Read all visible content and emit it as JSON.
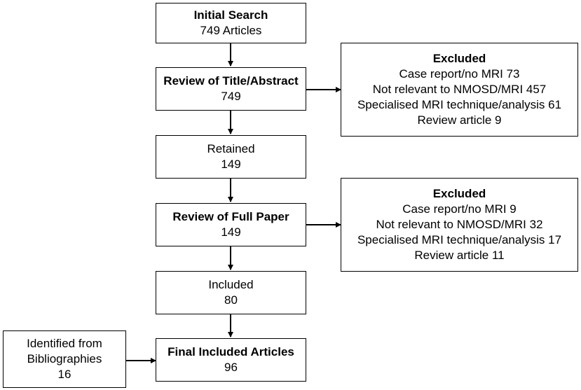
{
  "boxes": {
    "initial_search": {
      "title": "Initial Search",
      "line": "749 Articles"
    },
    "review_title_abstract": {
      "title": "Review of Title/Abstract",
      "line": "749"
    },
    "excluded_1": {
      "title": "Excluded",
      "lines": [
        "Case report/no MRI 73",
        "Not relevant to NMOSD/MRI 457",
        "Specialised MRI technique/analysis 61",
        "Review article 9"
      ]
    },
    "retained": {
      "title": "Retained",
      "line": "149"
    },
    "review_full_paper": {
      "title": "Review of Full Paper",
      "line": "149"
    },
    "excluded_2": {
      "title": "Excluded",
      "lines": [
        "Case report/no MRI 9",
        "Not relevant to NMOSD/MRI 32",
        "Specialised MRI technique/analysis 17",
        "Review article 11"
      ]
    },
    "included": {
      "title": "Included",
      "line": "80"
    },
    "bibliographies": {
      "lines": [
        "Identified from",
        "Bibliographies",
        "16"
      ]
    },
    "final_included": {
      "title": "Final Included Articles",
      "line": "96"
    }
  }
}
